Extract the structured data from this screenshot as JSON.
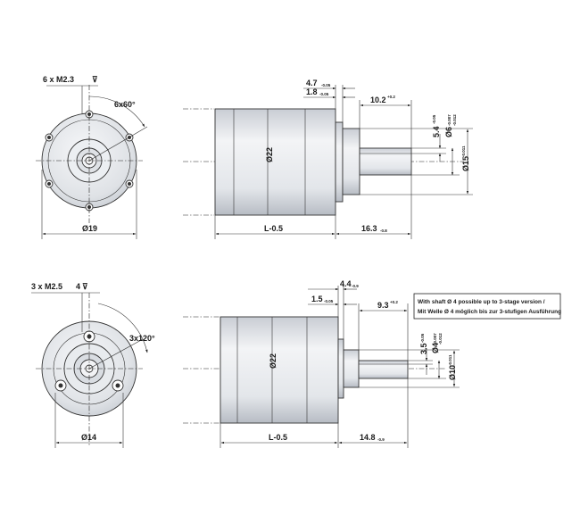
{
  "colors": {
    "line": "#222222",
    "body_light": "#eef0f3",
    "body_mid": "#d5d9df",
    "body_dark": "#b9bec6"
  },
  "top": {
    "screw": "6 x M2.3",
    "angle": "6x60°",
    "dia_front": "Ø19",
    "dia_body": "Ø22",
    "length": "L-0.5",
    "shaft_len": {
      "val": "16.3",
      "tol": "-0.8"
    },
    "d47": {
      "val": "4.7",
      "tol": "-0.05"
    },
    "d18": {
      "val": "1.8",
      "tol": "-0.05"
    },
    "d102": {
      "val": "10.2",
      "tol": "+0.2"
    },
    "d54": {
      "val": "5.4",
      "tol": "-0.05"
    },
    "d6": {
      "val": "Ø6",
      "tol1": "-0.007",
      "tol2": "-0.012"
    },
    "d15": {
      "val": "Ø15",
      "tol": "-0.011"
    }
  },
  "bottom": {
    "screw": "3 x M2.5",
    "screw_depth": "4",
    "angle": "3x120°",
    "dia_front": "Ø14",
    "dia_body": "Ø22",
    "length": "L-0.5",
    "shaft_len": {
      "val": "14.8",
      "tol": "-0.9"
    },
    "d44": {
      "val": "4.4",
      "tol": "-0.9"
    },
    "d15": {
      "val": "1.5",
      "tol": "-0.05"
    },
    "d93": {
      "val": "9.3",
      "tol": "+0.2"
    },
    "d35": {
      "val": "3.5",
      "tol": "-0.05"
    },
    "d4": {
      "val": "Ø4",
      "tol1": "-0.007",
      "tol2": "-0.012"
    },
    "d10": {
      "val": "Ø10",
      "tol": "-0.011"
    },
    "note_line1": "With shaft Ø 4 possible up to 3-stage version /",
    "note_line2": "Mit Welle Ø 4 möglich bis zur 3-stufigen Ausführung"
  }
}
